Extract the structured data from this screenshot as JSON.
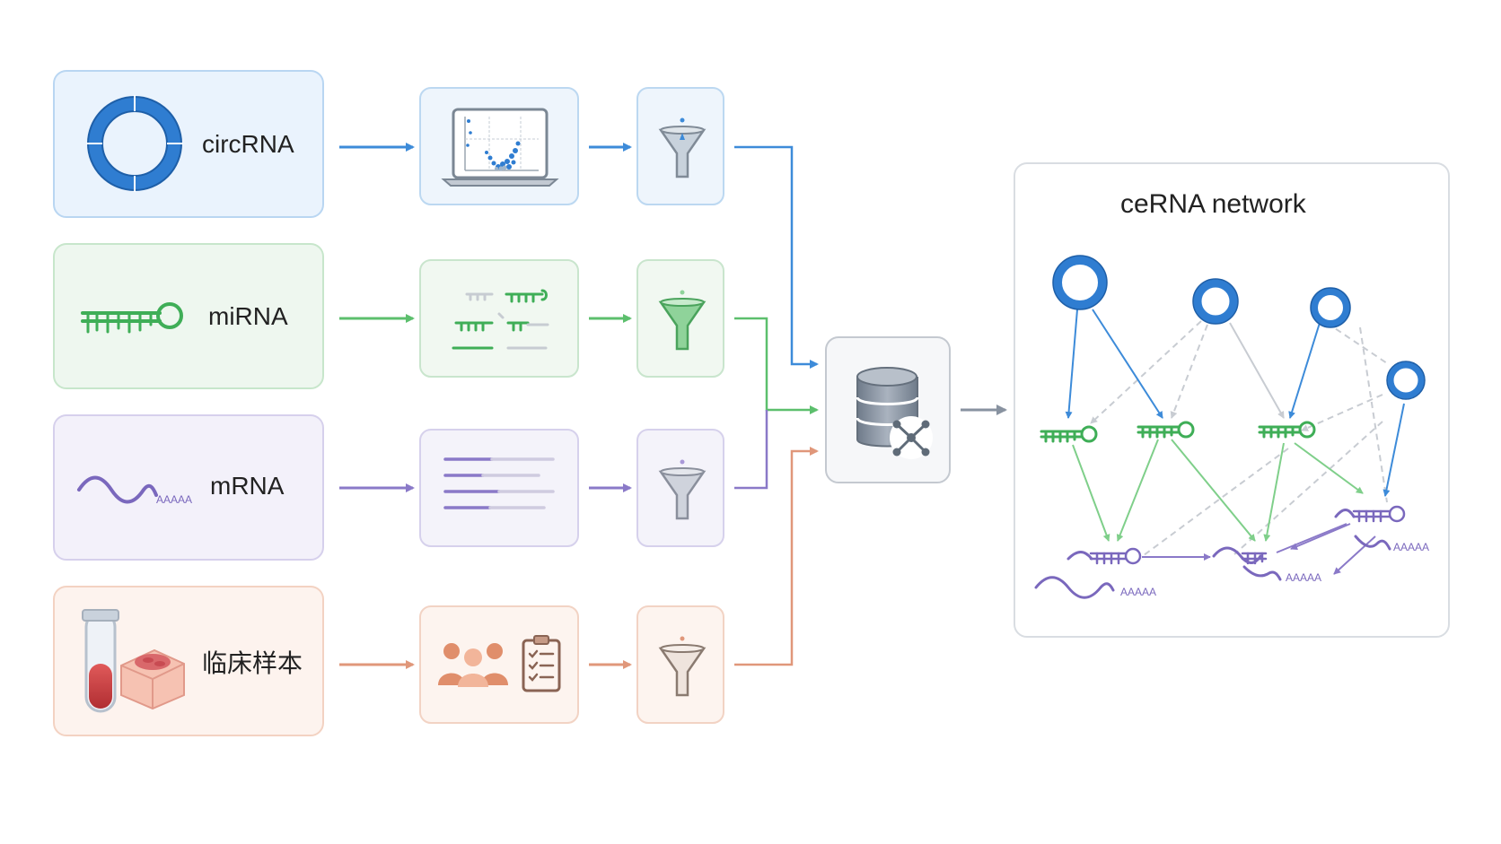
{
  "sources": {
    "circ": {
      "label": "circRNA"
    },
    "mi": {
      "label": "miRNA"
    },
    "m": {
      "label": "mRNA"
    },
    "clinical": {
      "label": "临床样本"
    }
  },
  "network": {
    "title": "ceRNA network",
    "polyA": "AAAAA"
  },
  "colors": {
    "circ": "#3d8bd9",
    "mi": "#5cbf6d",
    "m": "#8a79c8",
    "clinical": "#e0977a",
    "gray": "#8892a0"
  },
  "icons": {
    "circ_source": "circular-rna-icon",
    "mi_source": "mirna-hairpin-icon",
    "m_source": "mrna-polya-icon",
    "clinical_source": "blood-tube-tissue-icon",
    "circ_analysis": "laptop-volcano-plot-icon",
    "mi_analysis": "mirna-alignment-icon",
    "m_analysis": "text-lines-icon",
    "clinical_analysis": "patients-checklist-icon",
    "filter": "funnel-icon",
    "integration": "database-network-icon"
  }
}
